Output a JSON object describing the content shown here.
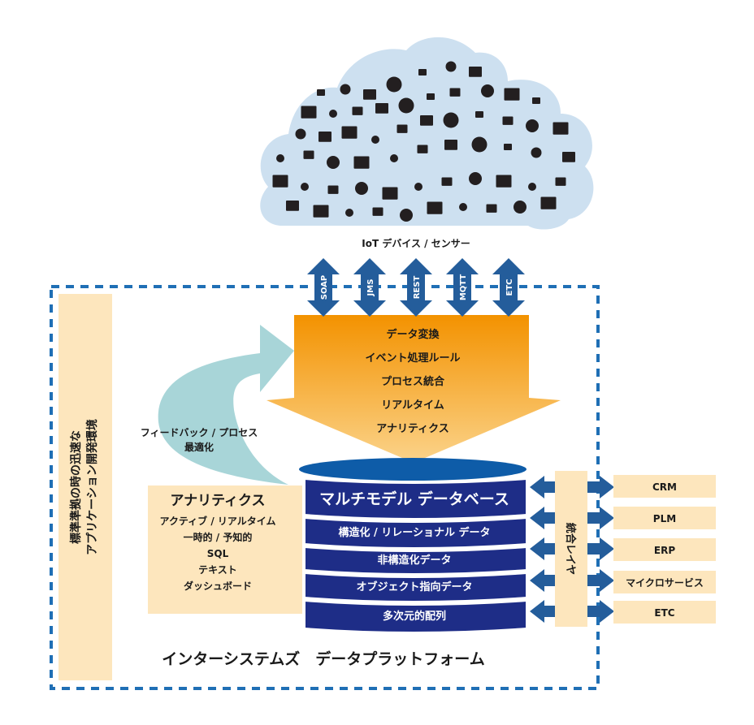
{
  "cloud": {
    "label": "IoT デバイス / センサー",
    "fill_color": "#cde0f0",
    "icon_color": "#231f20"
  },
  "protocols": [
    "SOAP",
    "JMS",
    "REST",
    "MQTT",
    "ETC"
  ],
  "processing": {
    "lines": [
      "データ変換",
      "イベント処理ルール",
      "プロセス統合",
      "リアルタイム",
      "アナリティクス"
    ],
    "color_top": "#f39200",
    "color_bottom": "#fbd38a"
  },
  "feedback": {
    "line1": "フィードバック / プロセス",
    "line2": "最適化",
    "color": "#a8d5d8"
  },
  "dev_env": {
    "line1": "標準準拠の時の迅速な",
    "line2": "アプリケーション開発環境",
    "color": "#fde6bd"
  },
  "analytics": {
    "title": "アナリティクス",
    "items": [
      "アクティブ / リアルタイム",
      "一時的 / 予知的",
      "SQL",
      "テキスト",
      "ダッシュボード"
    ]
  },
  "database": {
    "title": "マルチモデル データベース",
    "layers": [
      "構造化 / リレーショナル データ",
      "非構造化データ",
      "オブジェクト指向データ",
      "多次元的配列"
    ],
    "color": "#1e2d87",
    "top_color": "#0e5ca8"
  },
  "integration": {
    "label": "統合レイヤ"
  },
  "systems": [
    "CRM",
    "PLM",
    "ERP",
    "マイクロサービス",
    "ETC"
  ],
  "platform_label": "インターシステムズ　データプラットフォーム",
  "colors": {
    "dashed_border": "#1f6fb5",
    "arrow_blue": "#245d9b",
    "box_beige": "#fde6bd"
  }
}
